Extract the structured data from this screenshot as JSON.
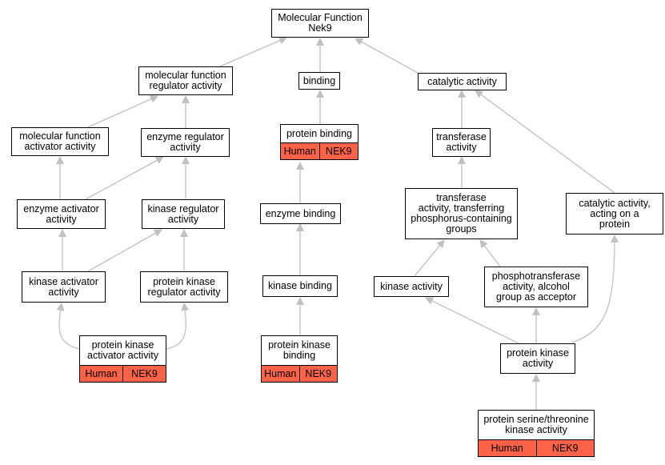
{
  "graph": {
    "edge_color": "#c0c0c0",
    "annotation_color": "#ff6347",
    "nodes": {
      "root": "Molecular Function\nNek9",
      "mf_regulator": "molecular function\nregulator activity",
      "binding": "binding",
      "catalytic": "catalytic activity",
      "mf_activator": "molecular function\nactivator activity",
      "enzyme_regulator": "enzyme regulator\nactivity",
      "protein_binding": "protein binding",
      "transferase": "transferase\nactivity",
      "enzyme_activator": "enzyme activator\nactivity",
      "kinase_regulator": "kinase regulator\nactivity",
      "enzyme_binding": "enzyme binding",
      "transferase_phos": "transferase\nactivity, transferring\nphosphorus-containing\ngroups",
      "catalytic_protein": "catalytic activity,\nacting on a\nprotein",
      "kinase_activator": "kinase activator\nactivity",
      "protein_kinase_regulator": "protein kinase\nregulator activity",
      "kinase_binding": "kinase binding",
      "kinase_activity": "kinase activity",
      "phosphotransferase": "phosphotransferase\nactivity, alcohol\ngroup as acceptor",
      "protein_kinase_activator": "protein kinase\nactivator activity",
      "protein_kinase_binding": "protein kinase\nbinding",
      "protein_kinase_activity": "protein kinase\nactivity",
      "ser_thr_kinase": "protein serine/threonine\nkinase activity"
    },
    "annotation": {
      "species": "Human",
      "gene": "NEK9"
    }
  }
}
